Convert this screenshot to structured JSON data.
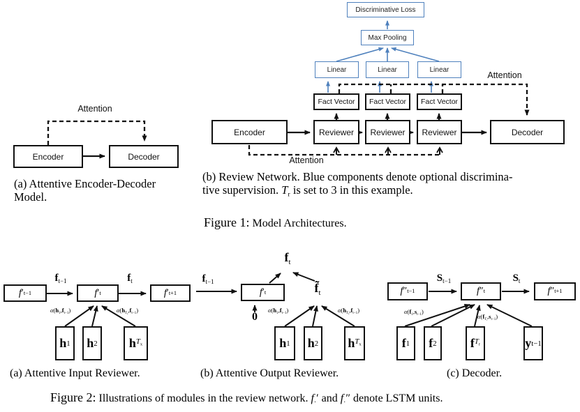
{
  "colors": {
    "accent_blue": "#4f81bd",
    "ink": "#111111"
  },
  "figure1": {
    "panel_a": {
      "attention": "Attention",
      "encoder": "Encoder",
      "decoder": "Decoder",
      "caption": [
        "(a) Attentive Encoder-Decoder",
        "Model."
      ]
    },
    "panel_b": {
      "discriminative_loss": "Discriminative Loss",
      "max_pooling": "Max Pooling",
      "linear": [
        "Linear",
        "Linear",
        "Linear"
      ],
      "fact_vector": [
        "Fact Vector",
        "Fact Vector",
        "Fact Vector"
      ],
      "encoder": "Encoder",
      "reviewer": [
        "Reviewer",
        "Reviewer",
        "Reviewer"
      ],
      "decoder": "Decoder",
      "attention_top": "Attention",
      "attention_bottom": "Attention",
      "caption_line1": "(b) Review Network. Blue components denote optional discrimina-",
      "caption_line2": "tive supervision. *T*_{r} is set to 3 in this example."
    },
    "caption_label": "Figure 1:",
    "caption_text": "Model Architectures."
  },
  "figure2": {
    "panel_a": {
      "cell_prev": "*f*′_{t−1}",
      "cell_cur": "*f*′_{t}",
      "cell_next": "*f*′_{t+1}",
      "arrow_in": "**f**_{t−1}",
      "arrow_out": "**f**_{t}",
      "alpha_left": "*α*(**h**_{1},**f**_{t−1})",
      "alpha_right": "*α*(**h**_{*T*_{x}},**f**_{t−1})",
      "inputs": [
        "**h**_{1}",
        "**h**_{2}",
        "**h**_{*T*_{x}}"
      ],
      "caption": "(a) Attentive Input Reviewer."
    },
    "panel_b": {
      "arrow_in": "**f**_{t−1}",
      "cell": "*f*′_{t}",
      "output": "**f**_{t}",
      "tilde": "**f̃**_{t}",
      "zero": "**0**",
      "alpha_left": "*α*(**h**_{1},**f**_{t−1})",
      "alpha_right": "*α*(**h**_{*T*_{x}},**f**_{t−1})",
      "inputs": [
        "**h**_{1}",
        "**h**_{2}",
        "**h**_{*T*_{x}}"
      ],
      "caption": "(b) Attentive Output Reviewer."
    },
    "panel_c": {
      "cell_prev": "*f*″_{t−1}",
      "cell_cur": "*f*″_{t}",
      "cell_next": "*f*″_{t+1}",
      "arrow_in": "**S**_{t−1}",
      "arrow_out": "**S**_{t}",
      "alpha_left": "*α*(**f**_{1},**s**_{t−1})",
      "alpha_right": "*α*(**f**_{*T*_{r}},**s**_{t−1})",
      "inputs": [
        "**f**_{1}",
        "**f**_{2}",
        "**f**_{*T*_{r}}",
        "**y**_{t−1}"
      ],
      "caption": "(c) Decoder."
    },
    "caption_label": "Figure 2:",
    "caption_text": "Illustrations of modules in the review network. *f*_{·}′ and *f*_{·}″ denote LSTM units."
  }
}
